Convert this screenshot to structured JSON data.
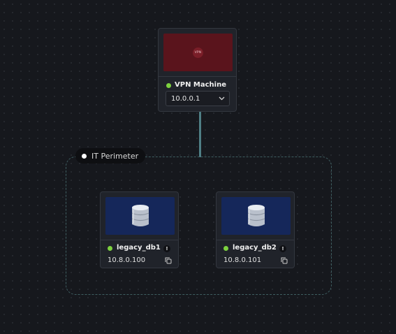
{
  "vpn_node": {
    "thumbnail_text": "VPN",
    "name": "VPN Machine",
    "ip_select_value": "10.0.0.1",
    "status_color": "#7dd23f",
    "thumbnail_color": "#5a141c"
  },
  "perimeter": {
    "label": "IT Perimeter"
  },
  "db_nodes": [
    {
      "name": "legacy_db1",
      "ip": "10.8.0.100",
      "status_color": "#7dd23f",
      "icon": "database-icon"
    },
    {
      "name": "legacy_db2",
      "ip": "10.8.0.101",
      "status_color": "#7dd23f",
      "icon": "database-icon"
    }
  ],
  "warning_symbol": "!"
}
